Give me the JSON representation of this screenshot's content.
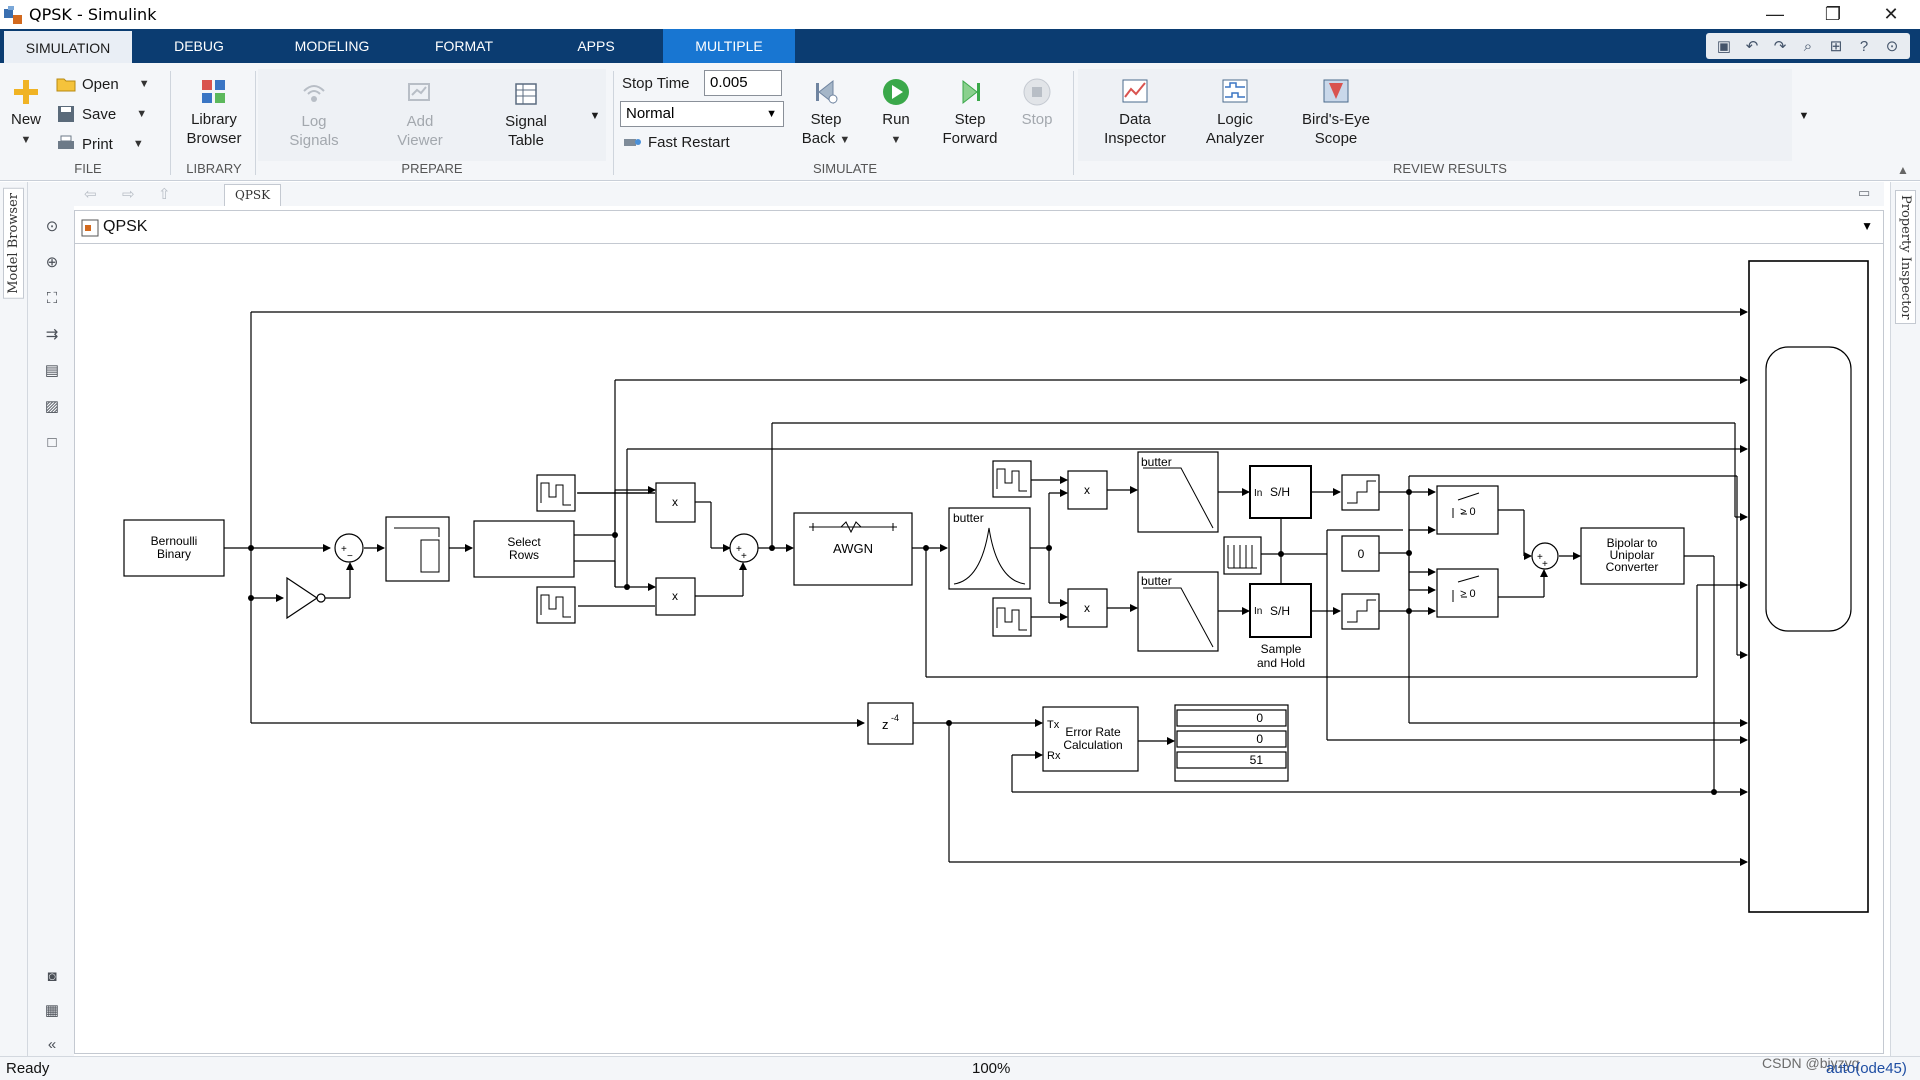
{
  "window": {
    "title": "QPSK - Simulink",
    "controls": [
      "—",
      "❐",
      "✕"
    ]
  },
  "tabs": [
    {
      "label": "SIMULATION"
    },
    {
      "label": "DEBUG"
    },
    {
      "label": "MODELING"
    },
    {
      "label": "FORMAT"
    },
    {
      "label": "APPS"
    },
    {
      "label": "MULTIPLE"
    }
  ],
  "ribbon": {
    "file": {
      "group_label": "FILE",
      "new_label": "New",
      "open_label": "Open",
      "save_label": "Save",
      "print_label": "Print"
    },
    "library": {
      "group_label": "LIBRARY",
      "browser_label": [
        "Library",
        "Browser"
      ]
    },
    "prepare": {
      "group_label": "PREPARE",
      "log_signals": [
        "Log",
        "Signals"
      ],
      "add_viewer": [
        "Add",
        "Viewer"
      ],
      "signal_table": [
        "Signal",
        "Table"
      ]
    },
    "simulate": {
      "group_label": "SIMULATE",
      "stop_time_label": "Stop Time",
      "stop_time_value": "0.005",
      "mode_value": "Normal",
      "fast_restart_label": "Fast Restart",
      "step_back": [
        "Step",
        "Back"
      ],
      "run": "Run",
      "step_forward": [
        "Step",
        "Forward"
      ],
      "stop": "Stop"
    },
    "review": {
      "group_label": "REVIEW RESULTS",
      "data_inspector": [
        "Data",
        "Inspector"
      ],
      "logic_analyzer": [
        "Logic",
        "Analyzer"
      ],
      "birds_eye": [
        "Bird's-Eye",
        "Scope"
      ]
    }
  },
  "side": {
    "model_browser": "Model Browser",
    "property_inspector": "Property Inspector"
  },
  "explorer": {
    "breadcrumb": "QPSK",
    "address": "QPSK"
  },
  "blocks": {
    "bernoulli": [
      "Bernoulli",
      "Binary"
    ],
    "select_rows": [
      "Select",
      "Rows"
    ],
    "mult": "x",
    "awgn": "AWGN",
    "butter": "butter",
    "sh_in": "In",
    "sh": "S/H",
    "sample_hold": [
      "Sample",
      "and Hold"
    ],
    "const0": "0",
    "gt0": "> 0",
    "bipolar": [
      "Bipolar to",
      "Unipolar",
      "Converter"
    ],
    "delay": "z",
    "delay_exp": "-4",
    "err_tx": "Tx",
    "err_rx": "Rx",
    "err_label": [
      "Error Rate",
      "Calculation"
    ],
    "display_values": [
      "0",
      "0",
      "51"
    ]
  },
  "status": {
    "left": "Ready",
    "zoom": "100%",
    "solver": "auto(ode45)",
    "watermark": "CSDN @bjyzyq"
  }
}
